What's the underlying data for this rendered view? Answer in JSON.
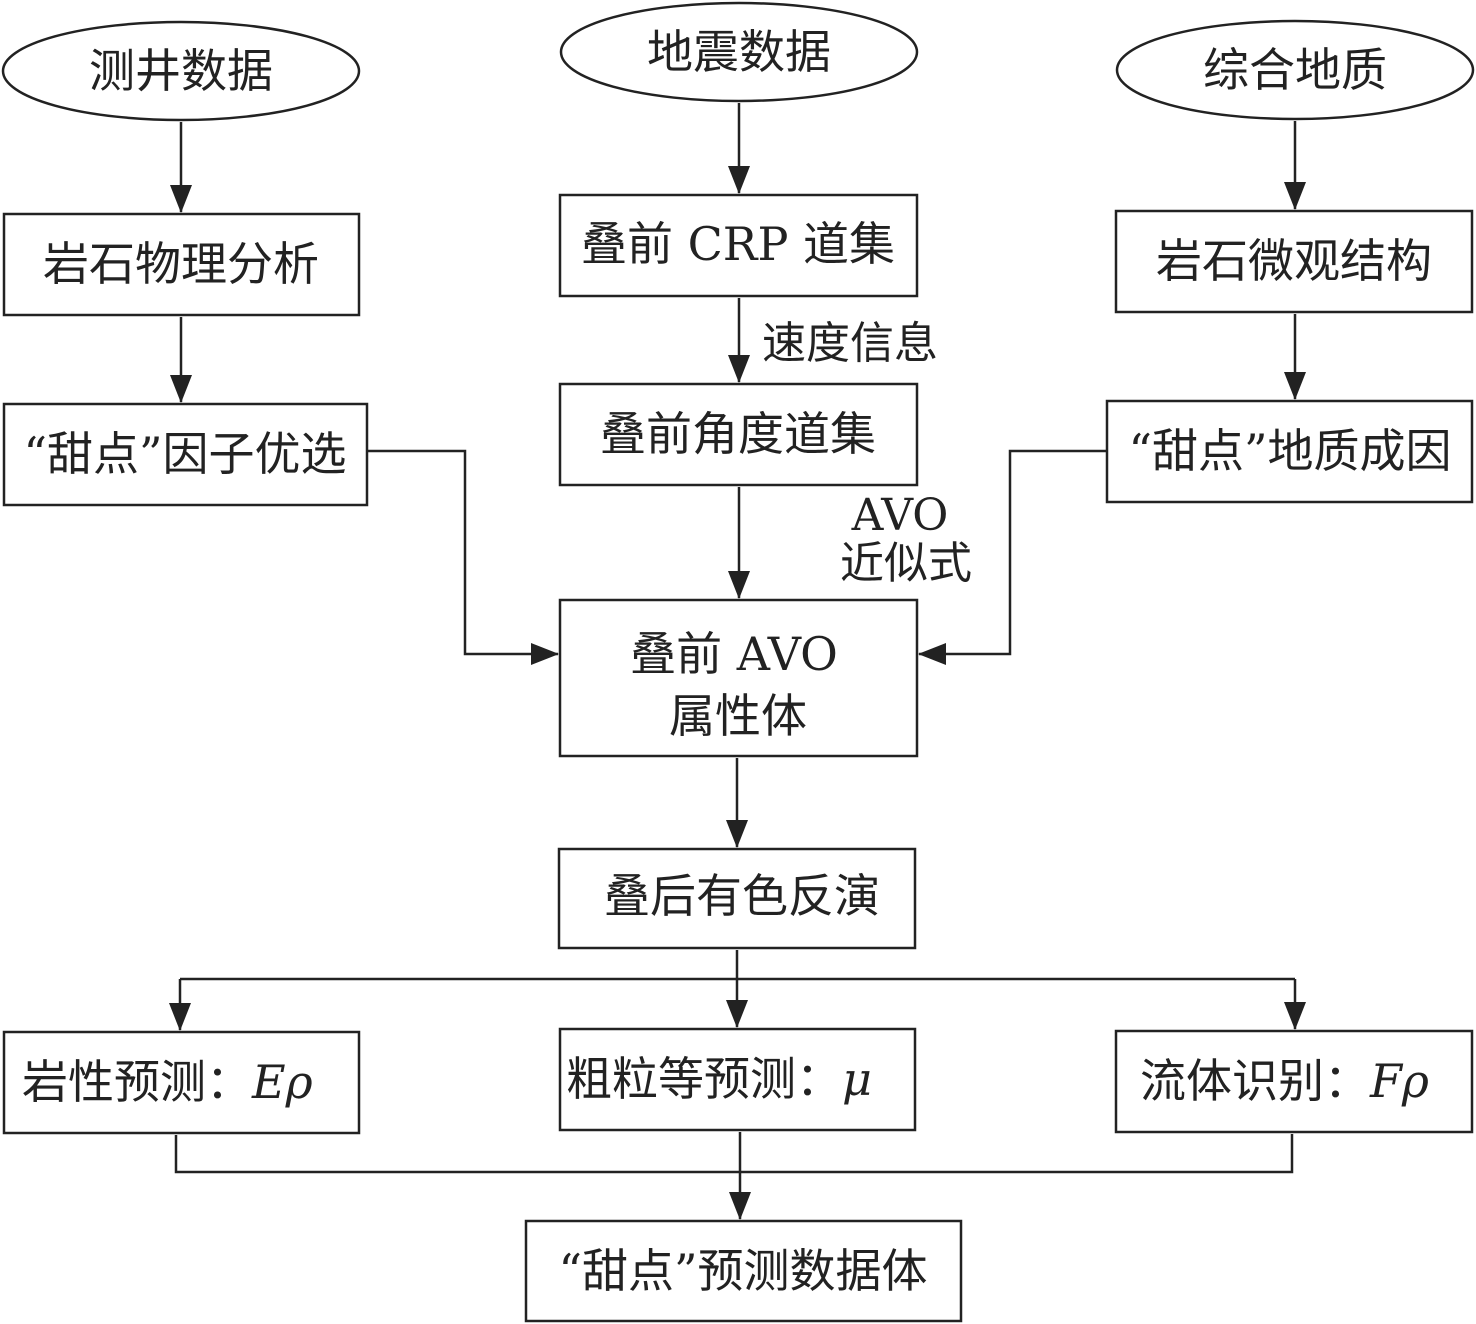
{
  "inputs": {
    "well_data": "测井数据",
    "seismic_data": "地震数据",
    "geology": "综合地质"
  },
  "steps": {
    "rock_physics": "岩石物理分析",
    "factor_selection": "“甜点”因子优选",
    "prestack_crp": "叠前 CRP 道集",
    "velocity_info": "速度信息",
    "prestack_angle": "叠前角度道集",
    "avo_approx_line1": "AVO",
    "avo_approx_line2": "近似式",
    "rock_microstructure": "岩石微观结构",
    "geological_genesis": "“甜点”地质成因",
    "avo_attr_line1": "叠前 AVO",
    "avo_attr_line2": "属性体",
    "poststack_inversion": "叠后有色反演"
  },
  "predictions": {
    "lithology_label": "岩性预测：",
    "lithology_symbol": "Eρ",
    "coarse_label": "粗粒等预测：",
    "coarse_symbol": "μ",
    "fluid_label": "流体识别：",
    "fluid_symbol": "Fρ"
  },
  "output": {
    "sweet_spot_volume": "“甜点”预测数据体"
  }
}
